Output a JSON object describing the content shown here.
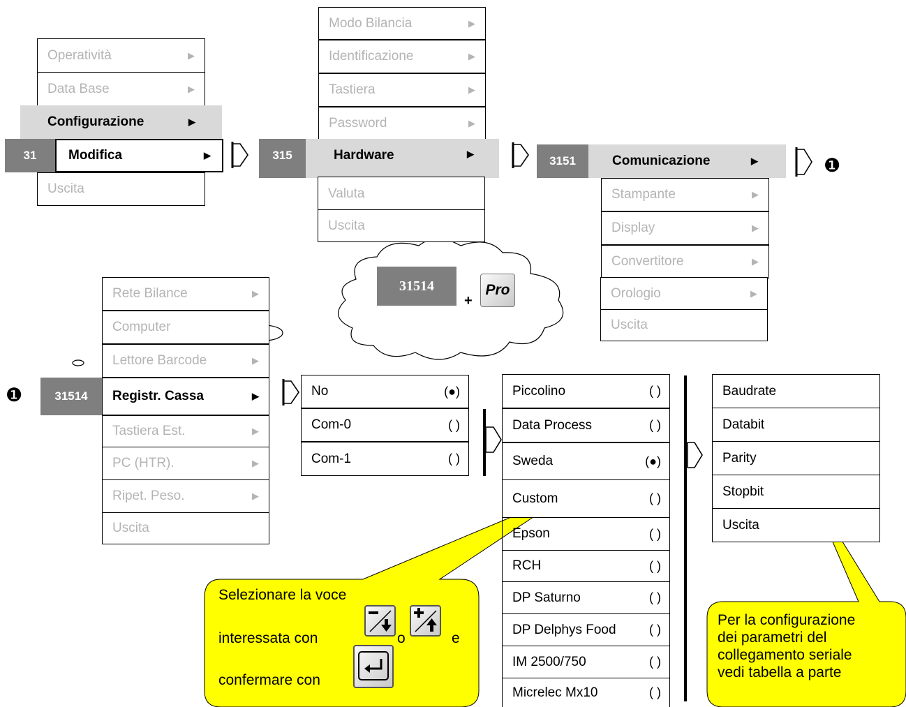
{
  "menu1": {
    "items": [
      {
        "label": "Operatività"
      },
      {
        "label": "Data Base"
      },
      {
        "label": "Configurazione"
      },
      {
        "label": "Modifica"
      },
      {
        "label": "Uscita"
      }
    ],
    "code": "31"
  },
  "menu2": {
    "items": [
      {
        "label": "Modo Bilancia"
      },
      {
        "label": "Identificazione"
      },
      {
        "label": "Tastiera"
      },
      {
        "label": "Password"
      },
      {
        "label": "Hardware"
      },
      {
        "label": "Valuta"
      },
      {
        "label": "Uscita"
      }
    ],
    "code": "315"
  },
  "menu3": {
    "items": [
      {
        "label": "Comunicazione"
      },
      {
        "label": "Stampante"
      },
      {
        "label": "Display"
      },
      {
        "label": "Convertitore"
      },
      {
        "label": "Orologio"
      },
      {
        "label": "Uscita"
      }
    ],
    "code": "3151"
  },
  "menu4": {
    "items": [
      {
        "label": "Rete Bilance"
      },
      {
        "label": "Computer"
      },
      {
        "label": "Lettore Barcode"
      },
      {
        "label": "Registr. Cassa"
      },
      {
        "label": "Tastiera Est."
      },
      {
        "label": "PC (HTR)."
      },
      {
        "label": "Ripet. Peso."
      },
      {
        "label": "Uscita"
      }
    ],
    "code": "31514"
  },
  "ports": [
    {
      "label": "No",
      "mark": "(●)"
    },
    {
      "label": "Com-0",
      "mark": "(  )"
    },
    {
      "label": "Com-1",
      "mark": "(  )"
    }
  ],
  "registers": [
    {
      "label": "Piccolino",
      "mark": "(  )"
    },
    {
      "label": "Data Process",
      "mark": "(  )"
    },
    {
      "label": "Sweda",
      "mark": "(●)"
    },
    {
      "label": "Custom",
      "mark": "(  )"
    },
    {
      "label": "Epson",
      "mark": "(  )"
    },
    {
      "label": "RCH",
      "mark": "(  )"
    },
    {
      "label": "DP Saturno",
      "mark": "(  )"
    },
    {
      "label": "DP Delphys Food",
      "mark": "(  )"
    },
    {
      "label": "IM 2500/750",
      "mark": "(  )"
    },
    {
      "label": "Micrelec Mx10",
      "mark": "(  )"
    }
  ],
  "serial": [
    {
      "label": "Baudrate"
    },
    {
      "label": "Databit"
    },
    {
      "label": "Parity"
    },
    {
      "label": "Stopbit"
    },
    {
      "label": "Uscita"
    }
  ],
  "cloud": {
    "code": "31514",
    "plus": "+",
    "key_label": "Pro"
  },
  "marker": "❶",
  "callout_left": {
    "line1": "Selezionare la voce",
    "line2a": "interessata con",
    "line2b": "o",
    "line2c": "e",
    "line3": "confermare con"
  },
  "callout_right": {
    "line1": "Per la configurazione",
    "line2": "dei parametri del",
    "line3": "collegamento seriale",
    "line4": "vedi tabella a parte"
  },
  "colors": {
    "highlight": "#d9d9d9",
    "code_bg": "#7f7f7f",
    "callout": "#ffff00",
    "disabled_text": "#b4b4b4"
  }
}
